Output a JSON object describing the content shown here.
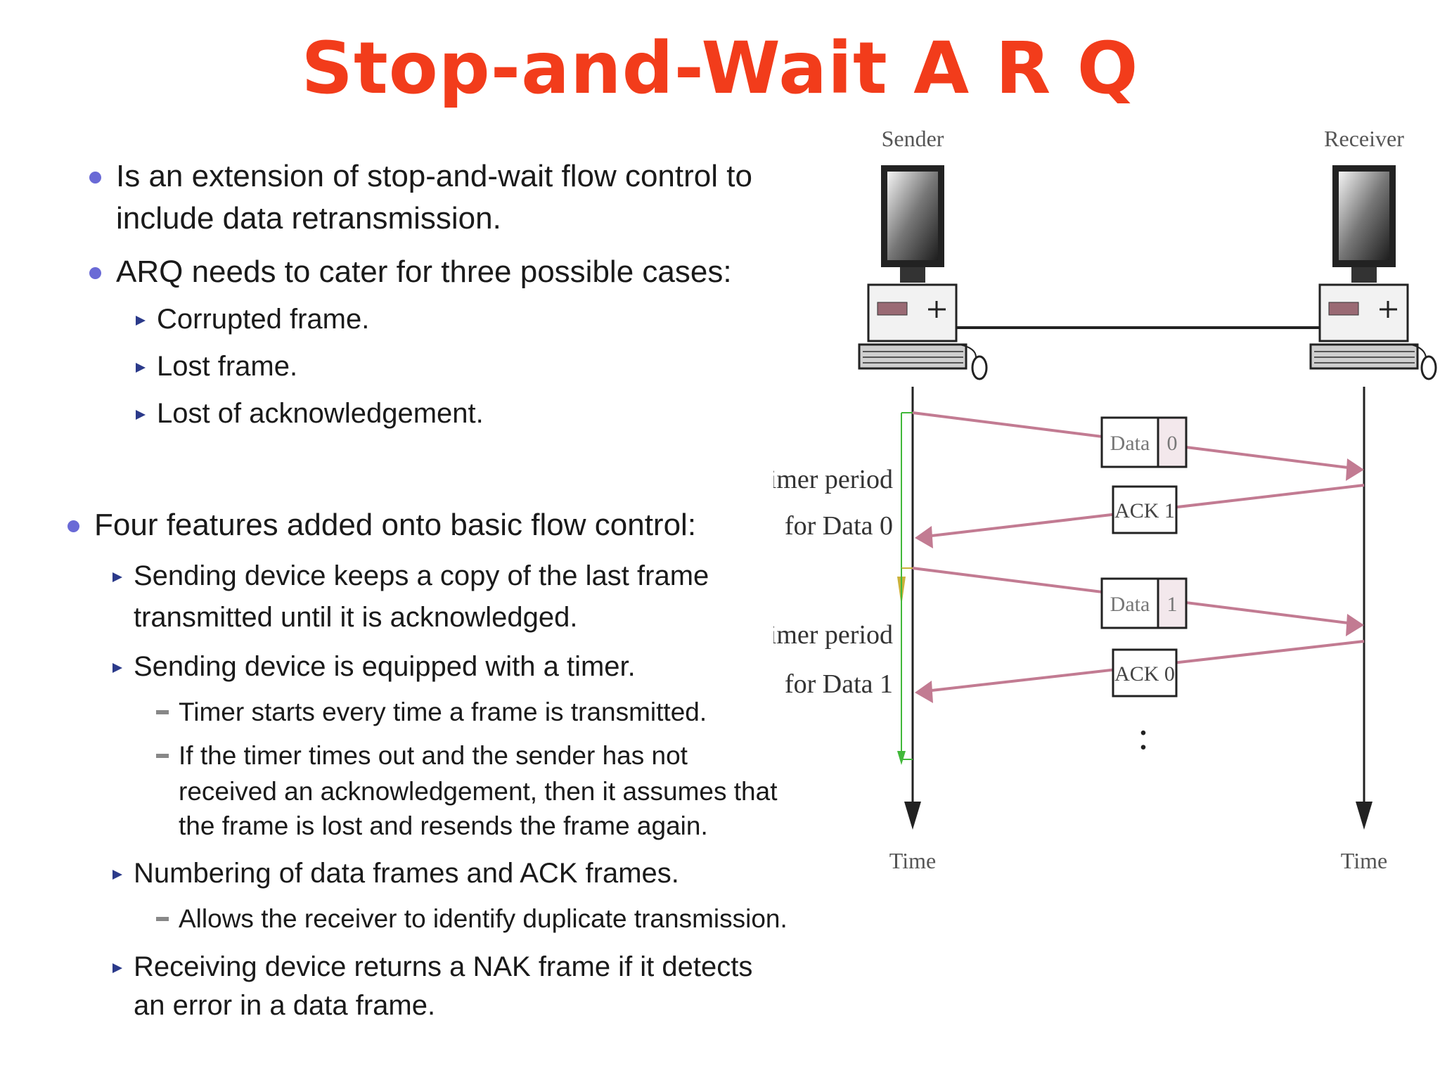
{
  "title": "Stop-and-Wait A R Q",
  "colors": {
    "title": "#f23c1b",
    "bullet": "#6a6ad6",
    "arrow_marker": "#2b3a8a",
    "dash_marker": "#888888",
    "frame_line": "#c27b92",
    "frame_box_fill": "#f3e8ec",
    "timer_green": "#41b83a",
    "timer_yellow": "#c9b23a"
  },
  "icons": {
    "bullet": "bullet-dot-icon",
    "sub_bullet": "triangle-arrow-icon",
    "subsub_bullet": "dash-icon"
  },
  "bullets": {
    "b1_line1": "Is an extension of stop-and-wait flow control to",
    "b1_line2": "include data retransmission.",
    "b2": "ARQ needs to cater for three possible cases:",
    "b2_sub1": "Corrupted frame.",
    "b2_sub2": "Lost frame.",
    "b2_sub3": "Lost of acknowledgement.",
    "b3": "Four features added onto basic flow control:",
    "b3_sub1_line1": "Sending device keeps a copy of the last frame",
    "b3_sub1_line2": "transmitted until it is acknowledged.",
    "b3_sub2": "Sending device is equipped with a timer.",
    "b3_sub2_a": "Timer starts every time a frame is transmitted.",
    "b3_sub2_b_line1": "If the timer times out and the sender has not",
    "b3_sub2_b_line2": "received an acknowledgement, then it assumes that",
    "b3_sub2_b_line3": "the frame is lost and resends the frame again.",
    "b3_sub3": "Numbering of data frames and ACK frames.",
    "b3_sub3_a": "Allows the receiver to identify duplicate transmission.",
    "b3_sub4_line1": "Receiving device returns a NAK frame if it detects",
    "b3_sub4_line2": "an error in a data frame."
  },
  "diagram": {
    "sender_label": "Sender",
    "receiver_label": "Receiver",
    "timer_label_1_line1": "Timer period",
    "timer_label_1_line2": "for Data 0",
    "timer_label_2_line1": "Timer period",
    "timer_label_2_line2": "for Data 1",
    "frame1_label": "Data",
    "frame1_seq": "0",
    "ack1_label": "ACK 1",
    "frame2_label": "Data",
    "frame2_seq": "1",
    "ack2_label": "ACK 0",
    "continuation": ":",
    "sender_time_label": "Time",
    "receiver_time_label": "Time"
  }
}
